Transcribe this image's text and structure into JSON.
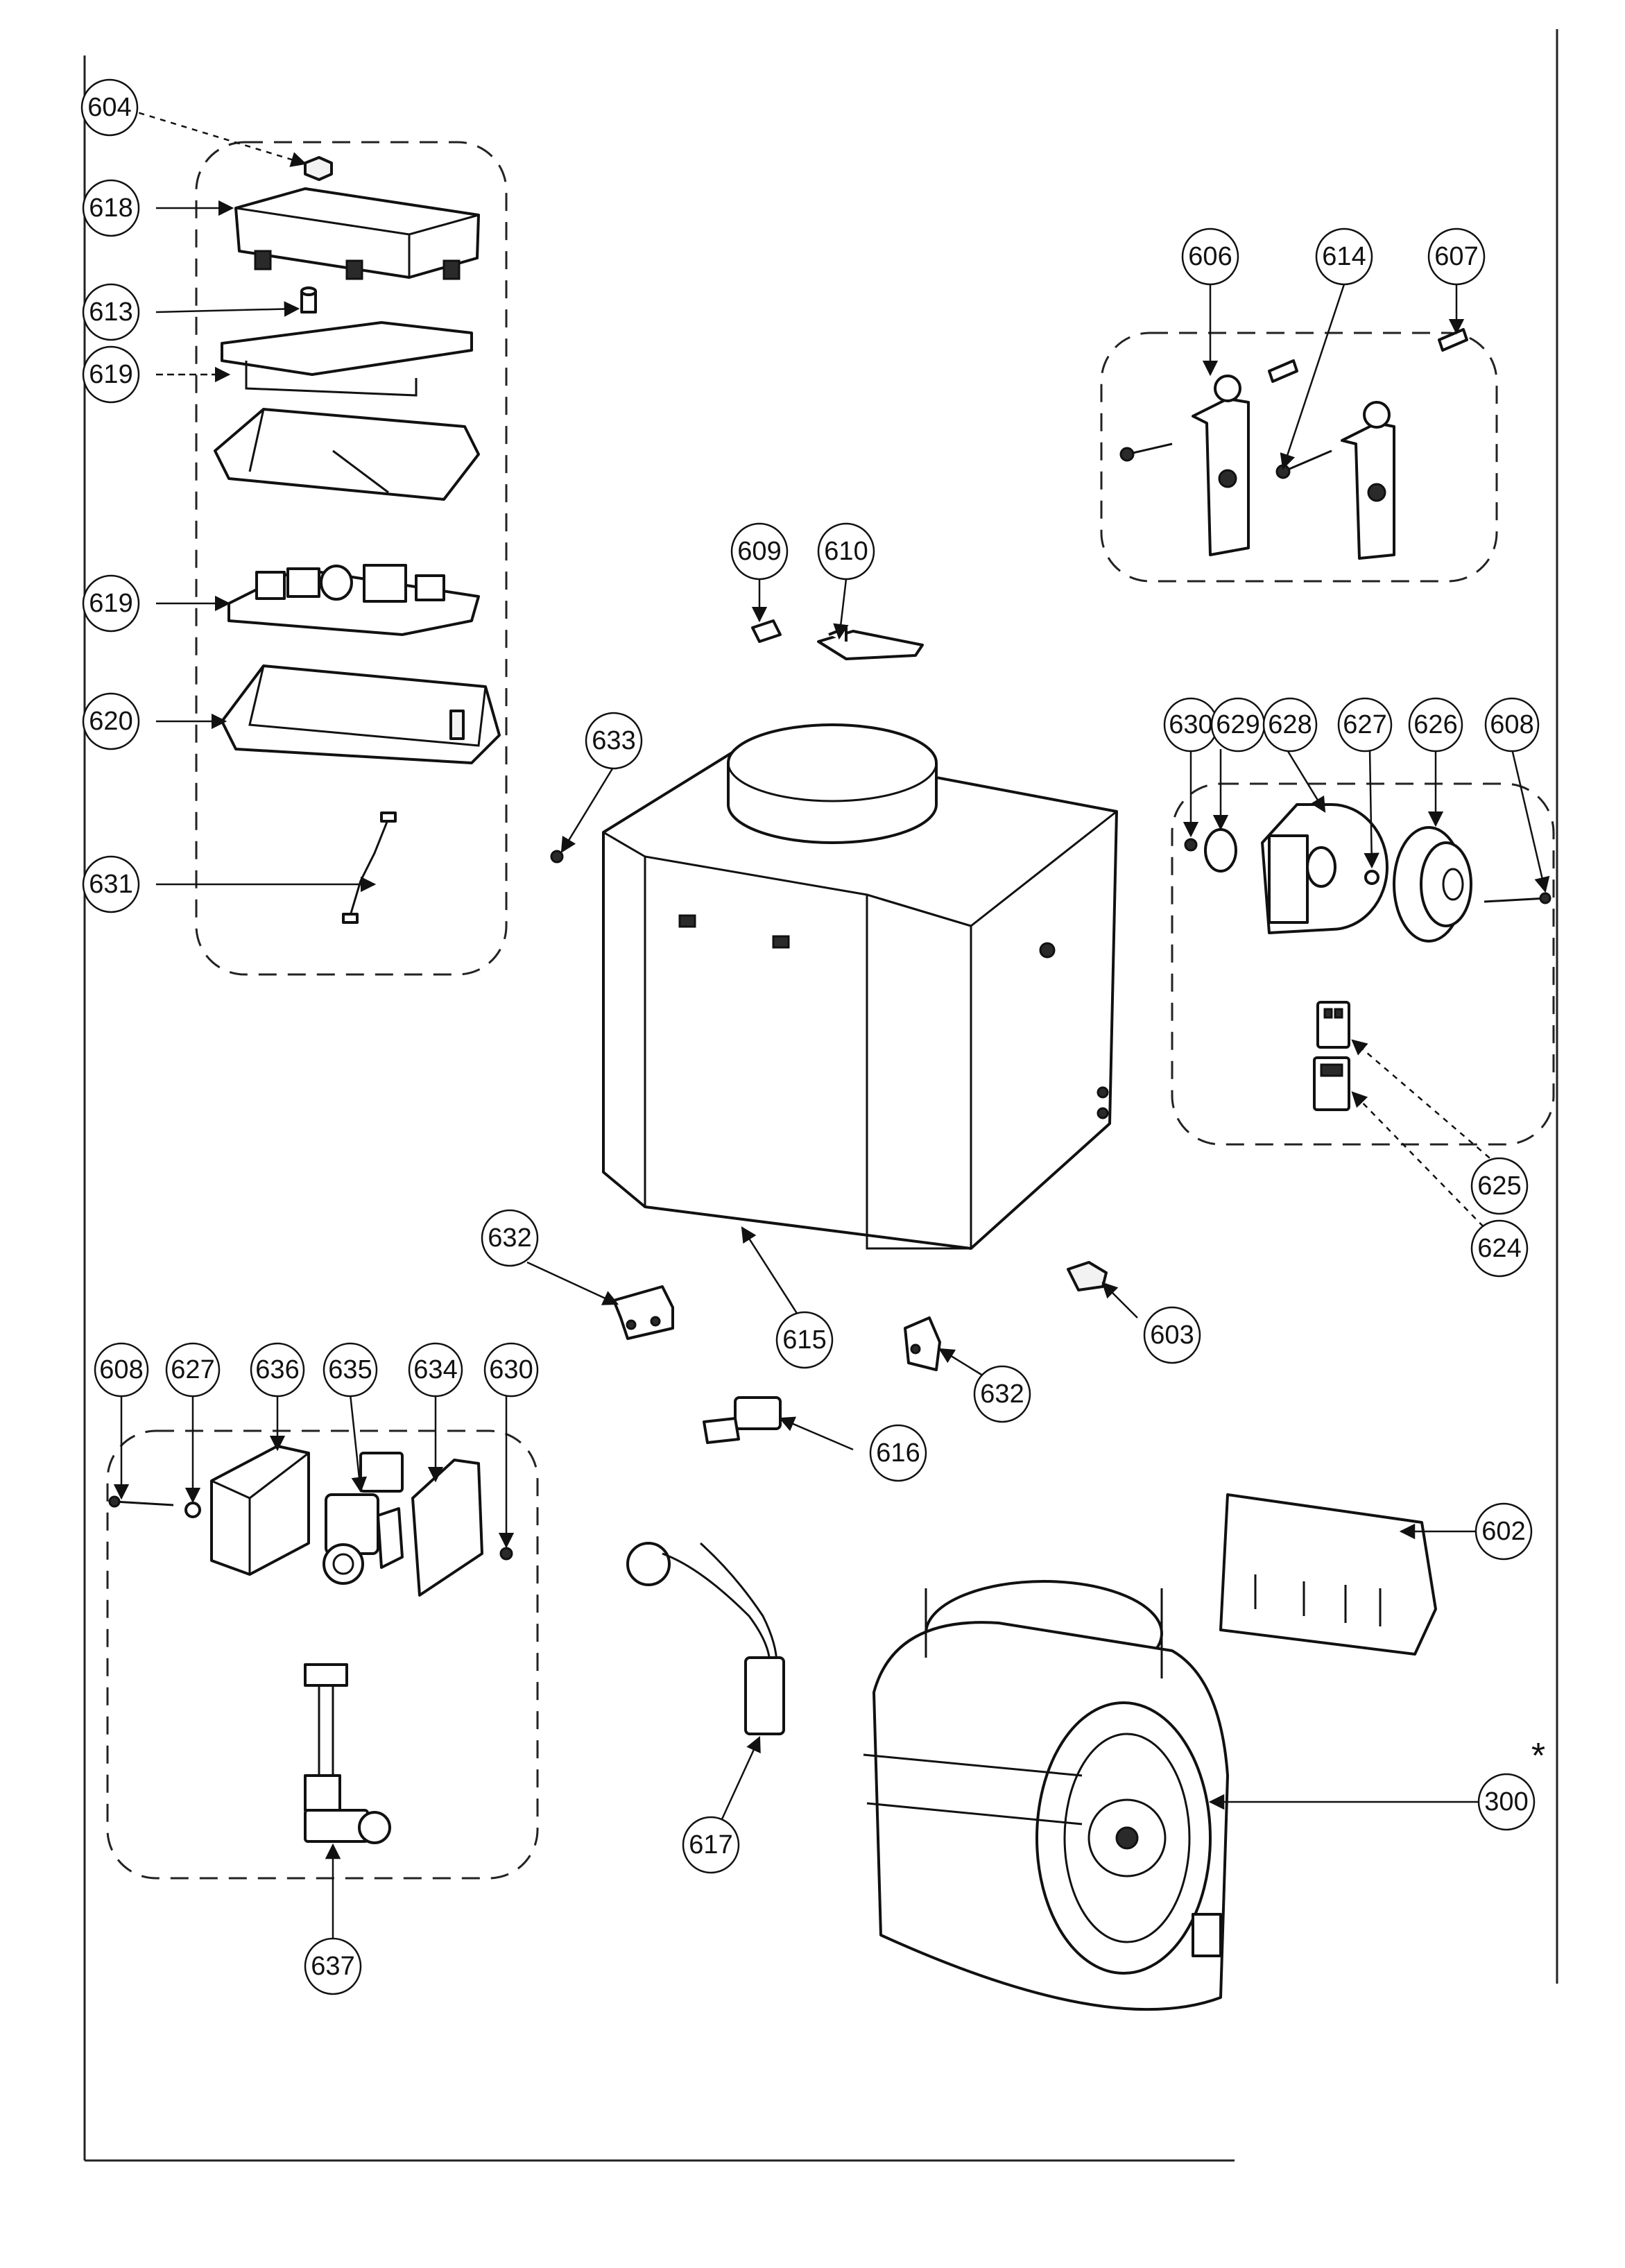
{
  "callouts": {
    "c604": "604",
    "c618": "618",
    "c613": "613",
    "c619a": "619",
    "c619b": "619",
    "c620": "620",
    "c631": "631",
    "c606": "606",
    "c614": "614",
    "c607": "607",
    "c609": "609",
    "c610": "610",
    "c633": "633",
    "c630a": "630",
    "c629": "629",
    "c628": "628",
    "c627a": "627",
    "c626": "626",
    "c608a": "608",
    "c625": "625",
    "c624": "624",
    "c632a": "632",
    "c615": "615",
    "c632b": "632",
    "c603": "603",
    "c616": "616",
    "c608b": "608",
    "c627b": "627",
    "c636": "636",
    "c635": "635",
    "c634": "634",
    "c630b": "630",
    "c637": "637",
    "c602": "602",
    "c617": "617",
    "c300": "300"
  },
  "asterisk": "*"
}
